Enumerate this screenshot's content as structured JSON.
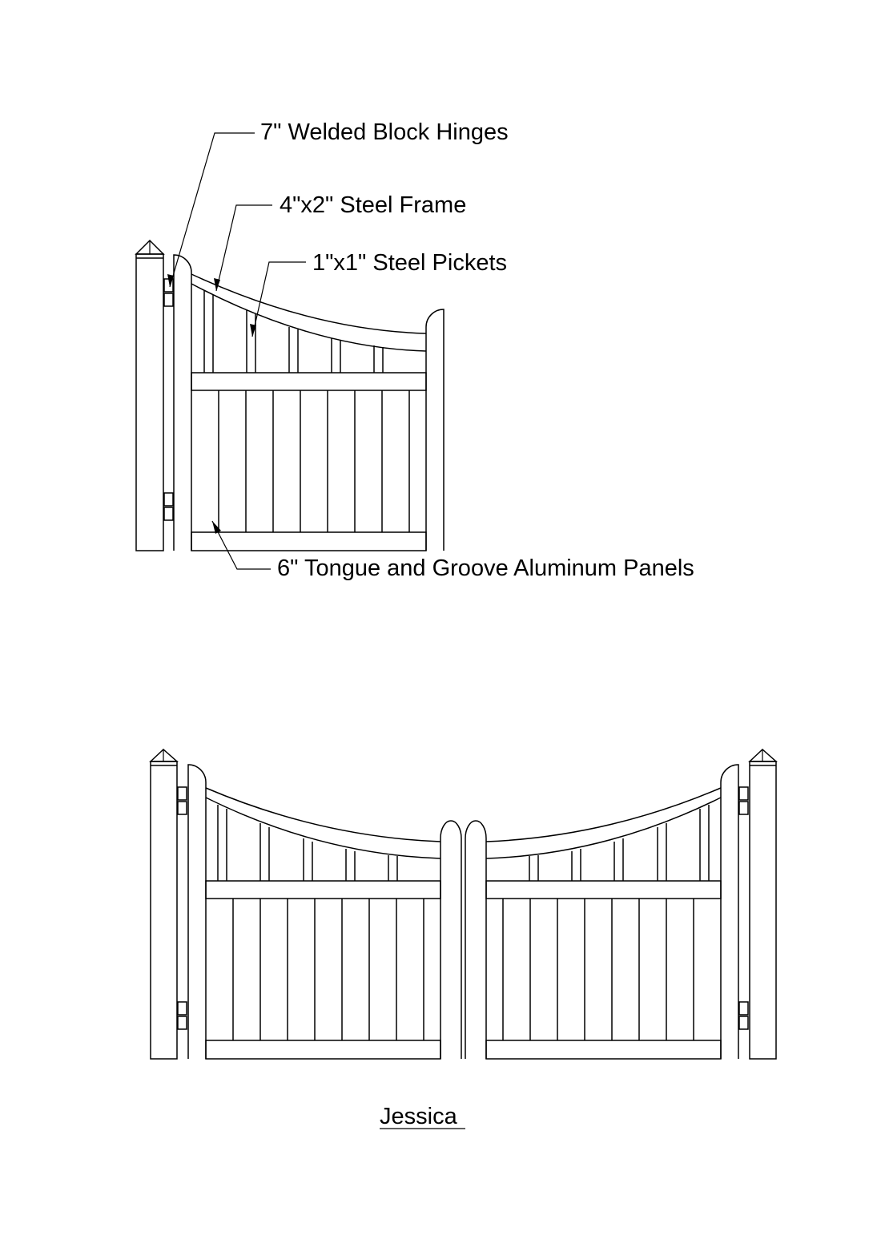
{
  "labels": {
    "hinges": "7\" Welded Block Hinges",
    "frame": "4\"x2\" Steel Frame",
    "pickets": "1\"x1\" Steel Pickets",
    "panels": "6\" Tongue and Groove Aluminum Panels"
  },
  "title": "Jessica"
}
